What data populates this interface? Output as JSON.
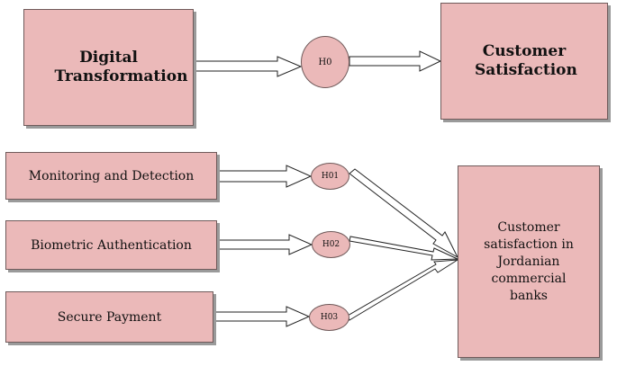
{
  "top": {
    "source_label": "Digital Transformation",
    "hypothesis": "H0",
    "target_label": "Customer Satisfaction"
  },
  "bottom": {
    "sources": [
      {
        "label": "Monitoring and Detection",
        "hypothesis": "H01"
      },
      {
        "label": "Biometric Authentication",
        "hypothesis": "H02"
      },
      {
        "label": "Secure Payment",
        "hypothesis": "H03"
      }
    ],
    "target_label": "Customer satisfaction in Jordanian commercial banks"
  },
  "colors": {
    "box_fill": "#ebb9b9",
    "box_border": "#6f5a5a",
    "shadow": "#9a9a9a"
  }
}
